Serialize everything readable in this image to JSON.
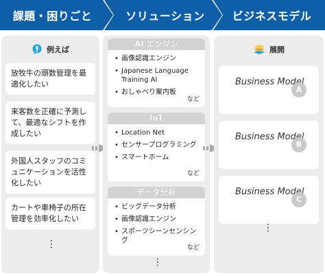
{
  "headers": {
    "problems": "課題・困りごと",
    "solutions": "ソリューション",
    "business": "ビジネスモデル"
  },
  "problems": {
    "label": "例えば",
    "items": [
      "放牧牛の頭数管理を最適化したい",
      "来客数を正確に予測して、最適なシフトを作成したい",
      "外国人スタッフのコミュニケーションを活性化したい",
      "カートや車椅子の所在管理を効率化したい"
    ],
    "more": "⋮"
  },
  "solutions": {
    "groups": [
      {
        "title": "AI エンジン",
        "items": [
          "画像認識エンジン",
          "Japanese Language Training AI",
          "おしゃべり案内板"
        ],
        "etc": "など"
      },
      {
        "title": "IoT",
        "items": [
          "Location Net",
          "センサープログラミング",
          "スマートホーム"
        ],
        "etc": "など"
      },
      {
        "title": "データ分析",
        "items": [
          "ビッグデータ分析",
          "画像認識エンジン",
          "スポーツシーンセンシング"
        ],
        "etc": "など"
      }
    ],
    "more": "⋮"
  },
  "business": {
    "label": "展開",
    "models": [
      {
        "name": "Business Model",
        "badge": "A"
      },
      {
        "name": "Business Model",
        "badge": "B"
      },
      {
        "name": "Business Model",
        "badge": "C"
      }
    ],
    "more": "⋮"
  },
  "colors": {
    "header": "#0e5fa8",
    "panel": "#ececec",
    "card": "#ffffff",
    "tab": "#d3d3d3",
    "bubble": "#1ea7e1",
    "badge": "#c9c9c9"
  }
}
